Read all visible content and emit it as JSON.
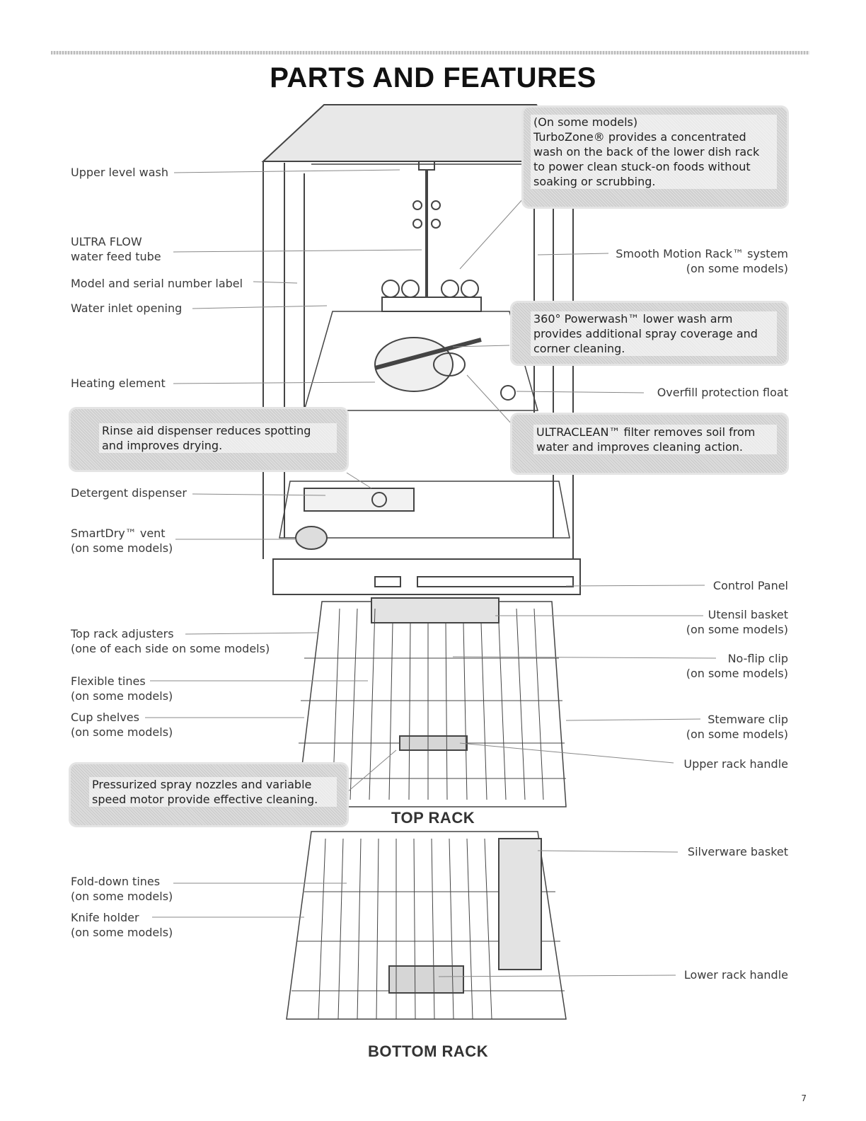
{
  "page": {
    "title": "PARTS AND FEATURES",
    "page_number": "7"
  },
  "labels_left": {
    "upper_level_wash": "Upper level wash",
    "ultra_flow_line1": "ULTRA FLOW",
    "ultra_flow_line2": "water feed tube",
    "model_serial": "Model and serial number label",
    "water_inlet": "Water inlet opening",
    "heating_element": "Heating element",
    "detergent_dispenser": "Detergent dispenser",
    "smartdry_line1": "SmartDry™ vent",
    "smartdry_line2": "(on some models)",
    "top_rack_adjusters_line1": "Top rack adjusters",
    "top_rack_adjusters_line2": "(one of each side on some models)",
    "flexible_tines_line1": "Flexible tines",
    "flexible_tines_line2": "(on some models)",
    "cup_shelves_line1": "Cup shelves",
    "cup_shelves_line2": "(on some models)",
    "fold_down_line1": "Fold-down tines",
    "fold_down_line2": "(on some models)",
    "knife_holder_line1": "Knife holder",
    "knife_holder_line2": "(on some models)"
  },
  "labels_right": {
    "smooth_motion_line1": "Smooth Motion Rack™ system",
    "smooth_motion_line2": "(on some models)",
    "overfill": "Overfill protection float",
    "control_panel": "Control Panel",
    "utensil_line1": "Utensil basket",
    "utensil_line2": "(on some models)",
    "noflip_line1": "No-flip clip",
    "noflip_line2": "(on some models)",
    "stemware_line1": "Stemware clip",
    "stemware_line2": "(on some models)",
    "upper_rack_handle": "Upper rack handle",
    "silverware_basket": "Silverware basket",
    "lower_rack_handle": "Lower rack handle"
  },
  "callouts": {
    "turbozone": [
      "(On some models)",
      "TurboZone® provides a concentrated",
      "wash on the back of the lower dish rack",
      "to power clean stuck-on foods without",
      "soaking or scrubbing."
    ],
    "powerwash": [
      "360° Powerwash™ lower wash arm",
      "provides additional spray coverage and",
      "corner cleaning."
    ],
    "rinse_aid": [
      "Rinse aid dispenser reduces spotting",
      "and improves drying."
    ],
    "ultraclean": [
      "ULTRACLEAN™ filter removes soil from",
      "water and improves cleaning action."
    ],
    "spray_nozzles": [
      "Pressurized spray nozzles and variable",
      "speed motor provide effective cleaning."
    ]
  },
  "rack_titles": {
    "top": "TOP RACK",
    "bottom": "BOTTOM RACK"
  }
}
